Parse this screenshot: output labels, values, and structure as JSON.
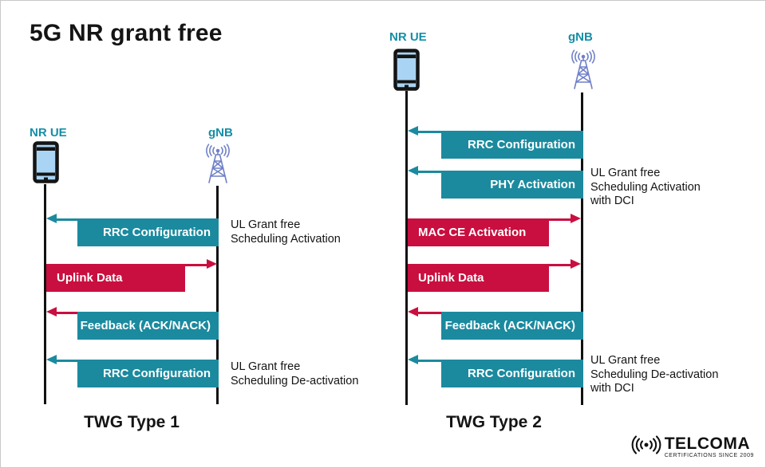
{
  "title": "5G NR grant free",
  "colors": {
    "teal": "#1b8a9f",
    "crimson": "#c90f3f",
    "actor_label_teal": "#158ea6",
    "antenna_blue": "#6f80c8",
    "phone_screen_blue": "#a9d4f4",
    "text_black": "#141414"
  },
  "diagrams": [
    {
      "caption": "TWG Type 1",
      "ue_label": "NR UE",
      "gnb_label": "gNB",
      "messages": [
        {
          "label": "RRC Configuration",
          "direction": "to-ue",
          "box_color": "teal",
          "arrow_color": "teal",
          "note": "UL Grant free\nScheduling Activation"
        },
        {
          "label": "Uplink Data",
          "direction": "to-gnb",
          "box_color": "crimson",
          "arrow_color": "crimson",
          "note": ""
        },
        {
          "label": "Feedback (ACK/NACK)",
          "direction": "to-ue",
          "box_color": "teal",
          "arrow_color": "crimson",
          "note": ""
        },
        {
          "label": "RRC Configuration",
          "direction": "to-ue",
          "box_color": "teal",
          "arrow_color": "teal",
          "note": "UL Grant free\nScheduling De-activation"
        }
      ]
    },
    {
      "caption": "TWG Type 2",
      "ue_label": "NR UE",
      "gnb_label": "gNB",
      "messages": [
        {
          "label": "RRC Configuration",
          "direction": "to-ue",
          "box_color": "teal",
          "arrow_color": "teal",
          "note": ""
        },
        {
          "label": "PHY Activation",
          "direction": "to-ue",
          "box_color": "teal",
          "arrow_color": "teal",
          "note": "UL Grant free\nScheduling Activation\nwith DCI"
        },
        {
          "label": "MAC CE Activation",
          "direction": "to-gnb",
          "box_color": "crimson",
          "arrow_color": "crimson",
          "note": ""
        },
        {
          "label": "Uplink Data",
          "direction": "to-gnb",
          "box_color": "crimson",
          "arrow_color": "crimson",
          "note": ""
        },
        {
          "label": "Feedback (ACK/NACK)",
          "direction": "to-ue",
          "box_color": "teal",
          "arrow_color": "crimson",
          "note": ""
        },
        {
          "label": "RRC Configuration",
          "direction": "to-ue",
          "box_color": "teal",
          "arrow_color": "teal",
          "note": "UL Grant free\nScheduling De-activation\nwith DCI"
        }
      ]
    }
  ],
  "logo": {
    "brand": "TELCOMA",
    "tagline": "CERTIFICATIONS SINCE 2009"
  }
}
